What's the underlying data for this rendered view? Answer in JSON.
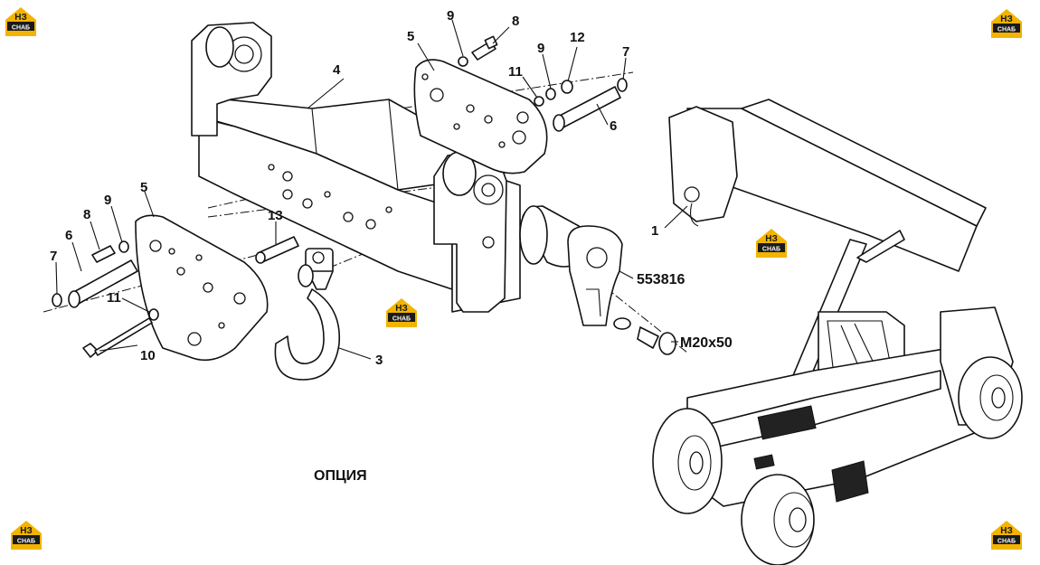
{
  "diagram": {
    "caption": "ОПЦИЯ",
    "labels": {
      "l1": "1",
      "l3": "3",
      "l4": "4",
      "l5a": "5",
      "l5b": "5",
      "l6a": "6",
      "l6b": "6",
      "l7a": "7",
      "l7b": "7",
      "l8a": "8",
      "l8b": "8",
      "l9a": "9",
      "l9b": "9",
      "l9c": "9",
      "l10": "10",
      "l11a": "11",
      "l11b": "11",
      "l12": "12",
      "l13": "13",
      "part_no": "553816",
      "bolt": "M20x50"
    }
  },
  "watermark": {
    "brand_top": "НЗ",
    "brand_bottom": "СНАБ",
    "accent": "#f2b400"
  }
}
